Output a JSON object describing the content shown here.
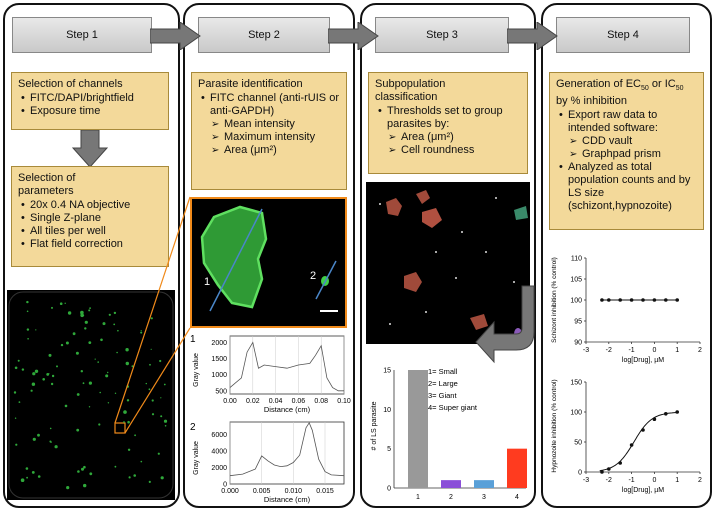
{
  "steps": [
    {
      "label": "Step 1"
    },
    {
      "label": "Step 2"
    },
    {
      "label": "Step 3"
    },
    {
      "label": "Step 4"
    }
  ],
  "step1": {
    "box1": {
      "heading": "Selection of channels",
      "bullets": [
        "FITC/DAPI/brightfield",
        "Exposure time"
      ]
    },
    "box2": {
      "heading": "Selection of parameters",
      "bullets": [
        "20x 0.4 NA objective",
        "Single Z-plane",
        "All tiles per well",
        "Flat field correction"
      ]
    }
  },
  "step2": {
    "heading": "Parasite identification",
    "bullet": "FITC channel (anti-rUIS or anti-GAPDH)",
    "subs": [
      "Mean intensity",
      "Maximum intensity",
      "Area (μm²)"
    ],
    "image_labels": [
      "1",
      "2"
    ],
    "plot1": {
      "label": "1",
      "ylabel": "Gray value",
      "xlabel": "Distance (cm)",
      "yticks": [
        "2000",
        "1500",
        "1000",
        "500"
      ],
      "xticks": [
        "0.00",
        "0.02",
        "0.04",
        "0.06",
        "0.08",
        "0.10"
      ]
    },
    "plot2": {
      "label": "2",
      "ylabel": "Gray value",
      "xlabel": "Distance (cm)",
      "yticks": [
        "6000",
        "4000",
        "2000",
        "0"
      ],
      "xticks": [
        "0.000",
        "0.005",
        "0.010",
        "0.015"
      ]
    }
  },
  "step3": {
    "heading": "Subpopulation classification",
    "bullet": "Thresholds set to group parasites by:",
    "subs": [
      "Area (μm²)",
      "Cell roundness"
    ],
    "legend": [
      "1= Small",
      "2= Large",
      "3= Giant",
      "4= Super giant"
    ]
  },
  "step4": {
    "heading": "Generation of EC50 or IC50 by % inhibition",
    "bullets": [
      "Export raw data to intended software:",
      "Analyzed as total population counts and by LS size (schizont,hypnozoite)"
    ],
    "subs": [
      "CDD vault",
      "Graphpad prism"
    ]
  },
  "chart_data": [
    {
      "type": "line",
      "title": "",
      "xlabel": "",
      "ylabel": "Gray value",
      "xlim": [
        0,
        0.1
      ],
      "ylim": [
        400,
        2200
      ],
      "series": [
        {
          "x": [
            0.0,
            0.005,
            0.01,
            0.015,
            0.02,
            0.025,
            0.03,
            0.04,
            0.05,
            0.06,
            0.07,
            0.075,
            0.08,
            0.085,
            0.09,
            0.095,
            0.1
          ],
          "values": [
            600,
            750,
            900,
            1700,
            2000,
            1200,
            1300,
            1250,
            1200,
            1300,
            1350,
            1600,
            1900,
            900,
            600,
            500,
            500
          ]
        }
      ]
    },
    {
      "type": "line",
      "title": "",
      "xlabel": "",
      "ylabel": "Gray value",
      "xlim": [
        0,
        0.018
      ],
      "ylim": [
        0,
        7500
      ],
      "series": [
        {
          "x": [
            0.0,
            0.002,
            0.004,
            0.005,
            0.006,
            0.007,
            0.008,
            0.009,
            0.01,
            0.011,
            0.012,
            0.0125,
            0.013,
            0.014,
            0.015,
            0.016,
            0.018
          ],
          "values": [
            1000,
            1200,
            1800,
            3400,
            2800,
            2300,
            2100,
            2200,
            2600,
            3500,
            6800,
            7400,
            6500,
            3000,
            1500,
            1100,
            1000
          ]
        }
      ]
    },
    {
      "type": "bar",
      "title": "",
      "xlabel": "",
      "ylabel": "# of LS parasite",
      "ylim": [
        0,
        15
      ],
      "categories": [
        "1",
        "2",
        "3",
        "4"
      ],
      "values": [
        15,
        1,
        1,
        5
      ],
      "colors": [
        "#999999",
        "#8a4fd8",
        "#5aa0d8",
        "#ff3b1f"
      ],
      "yticks": [
        0,
        5,
        10,
        15
      ]
    },
    {
      "type": "line",
      "title": "",
      "xlabel": "log[Drug], µM",
      "ylabel": "Schizont inhibition (% control)",
      "xlim": [
        -3,
        2
      ],
      "ylim": [
        90,
        110
      ],
      "series": [
        {
          "x": [
            -2.3,
            -2.0,
            -1.5,
            -1.0,
            -0.5,
            0.0,
            0.5,
            1.0
          ],
          "values": [
            100,
            100,
            100,
            100,
            100,
            100,
            100,
            100
          ]
        }
      ]
    },
    {
      "type": "line",
      "title": "",
      "xlabel": "log[Drug], µM",
      "ylabel": "Hypnozoite inhibition (% control)",
      "xlim": [
        -3,
        2
      ],
      "ylim": [
        0,
        150
      ],
      "series": [
        {
          "x": [
            -2.3,
            -2.0,
            -1.5,
            -1.0,
            -0.5,
            0.0,
            0.5,
            1.0
          ],
          "values": [
            0,
            5,
            15,
            45,
            70,
            88,
            97,
            100
          ]
        }
      ]
    }
  ]
}
